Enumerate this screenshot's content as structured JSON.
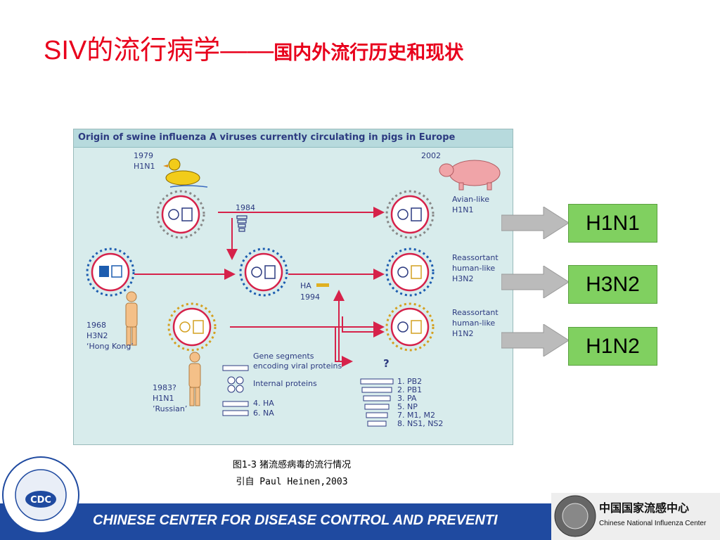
{
  "title": {
    "main": "SIV的流行病学——",
    "sub": "国内外流行历史和现状"
  },
  "figure": {
    "header": "Origin of swine influenza A viruses currently circulating in pigs in Europe",
    "duck": {
      "year": "1979",
      "subtype": "H1N1"
    },
    "pig": {
      "year": "2002"
    },
    "hk": {
      "year": "1968",
      "subtype": "H3N2",
      "name": "‘Hong Kong’"
    },
    "russian": {
      "year": "1983?",
      "subtype": "H1N1",
      "name": "’Russian’"
    },
    "y1984": "1984",
    "ha": {
      "label": "HA",
      "year": "1994"
    },
    "out1": {
      "l1": "Avian-like",
      "l2": "H1N1"
    },
    "out2": {
      "l1": "Reassortant",
      "l2": "human-like",
      "l3": "H3N2"
    },
    "out3": {
      "l1": "Reassortant",
      "l2": "human-like",
      "l3": "H1N2"
    },
    "question": "?",
    "legend": {
      "gene1": "Gene segments",
      "gene2": "encoding viral proteins",
      "internal": "Internal proteins",
      "ha": "4. HA",
      "na": "6. NA",
      "list": [
        "1. PB2",
        "2. PB1",
        "3. PA",
        "5. NP",
        "7. M1, M2",
        "8. NS1, NS2"
      ]
    }
  },
  "strains": [
    "H1N1",
    "H3N2",
    "H1N2"
  ],
  "caption": {
    "line1": "图1-3 猪流感病毒的流行情况",
    "line2": "引自 Paul Heinen,2003"
  },
  "footer": {
    "org": "CHINESE CENTER FOR DISEASE CONTROL AND PREVENTI"
  },
  "logos": {
    "cdc": "CDC",
    "cnic_cn": "中国国家流感中心",
    "cnic_en": "Chinese National Influenza Center"
  },
  "colors": {
    "title": "#e8001c",
    "strain_box": "#80d060",
    "footer_bar": "#1f4aa0",
    "arrow_red": "#d6224a"
  }
}
